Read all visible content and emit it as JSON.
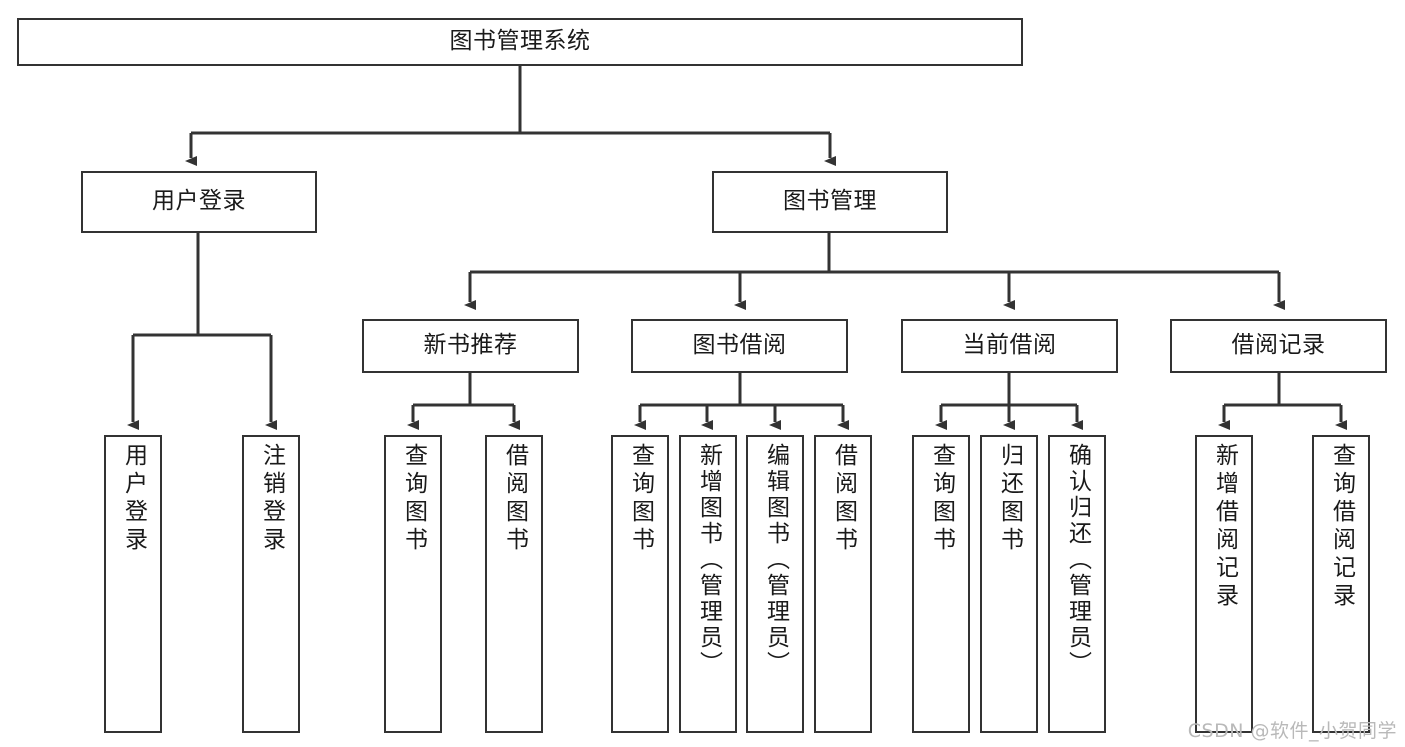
{
  "diagram": {
    "title": "图书管理系统",
    "type": "tree-hierarchy-chart",
    "colors": {
      "box_stroke": "#333333",
      "box_fill": "#ffffff",
      "connector": "#333333",
      "text": "#1a1a1a",
      "watermark": "#b9b9b9",
      "background": "#ffffff"
    },
    "root": {
      "label": "图书管理系统"
    },
    "level2": [
      {
        "label": "用户登录"
      },
      {
        "label": "图书管理"
      }
    ],
    "level3": [
      {
        "label": "新书推荐"
      },
      {
        "label": "图书借阅"
      },
      {
        "label": "当前借阅"
      },
      {
        "label": "借阅记录"
      }
    ],
    "leaves": {
      "user_login": [
        {
          "label": "用户登录"
        },
        {
          "label": "注销登录"
        }
      ],
      "new_book_recommend": [
        {
          "label": "查询图书"
        },
        {
          "label": "借阅图书"
        }
      ],
      "book_borrow": [
        {
          "label": "查询图书"
        },
        {
          "label": "新增图书（管理员）"
        },
        {
          "label": "编辑图书（管理员）"
        },
        {
          "label": "借阅图书"
        }
      ],
      "current_borrow": [
        {
          "label": "查询图书"
        },
        {
          "label": "归还图书"
        },
        {
          "label": "确认归还（管理员）"
        }
      ],
      "borrow_record": [
        {
          "label": "新增借阅记录"
        },
        {
          "label": "查询借阅记录"
        }
      ]
    }
  },
  "watermark": {
    "text": "CSDN @软件_小贺同学"
  }
}
